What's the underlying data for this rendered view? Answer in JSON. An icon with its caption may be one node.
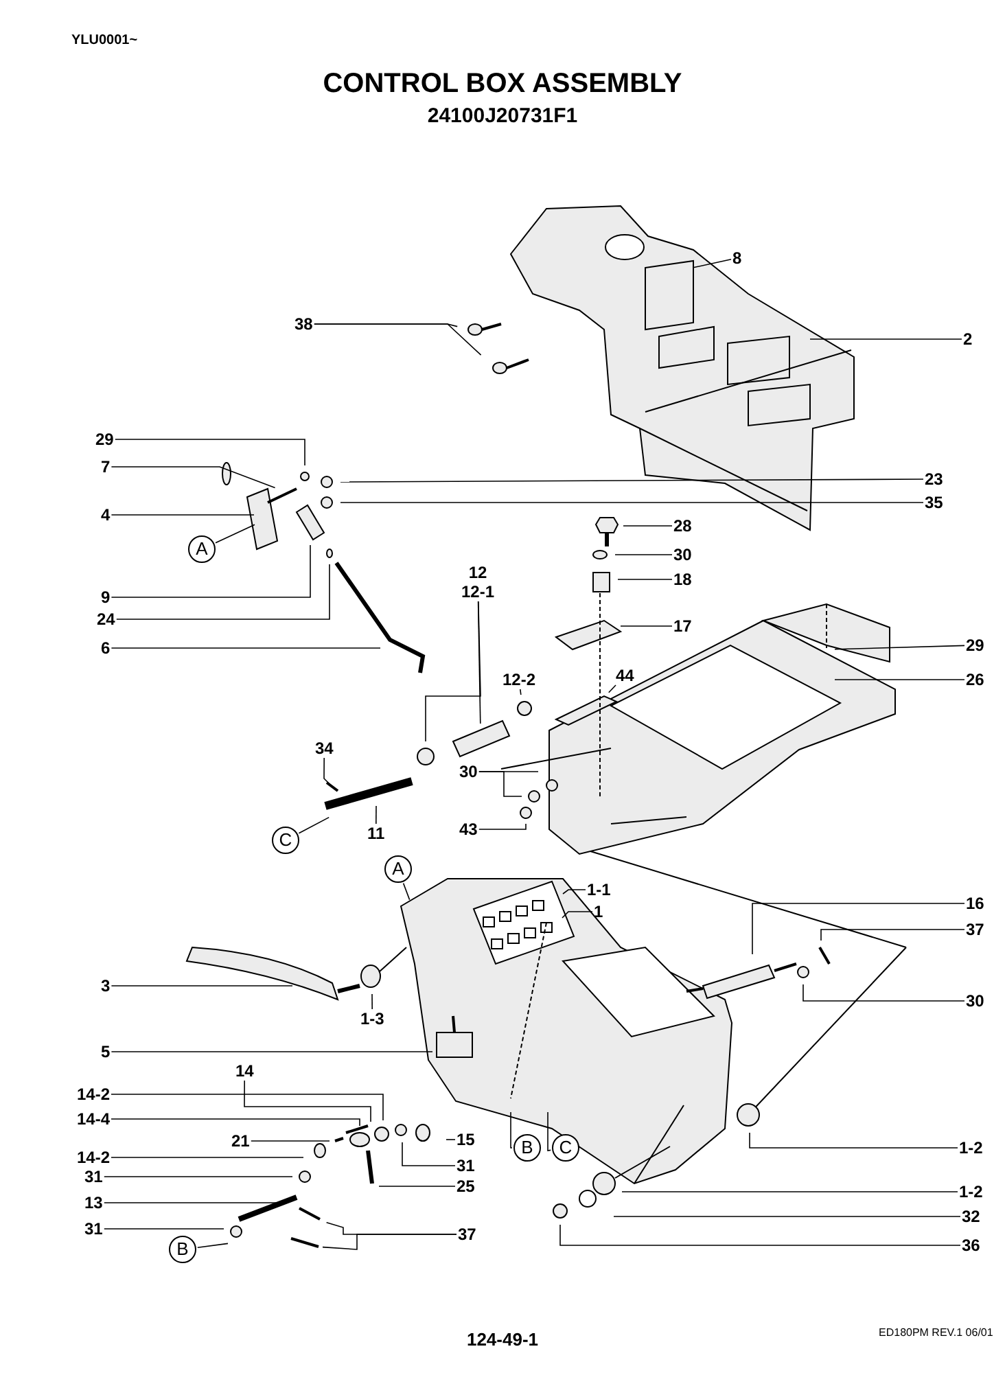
{
  "diagram": {
    "title": "CONTROL BOX ASSEMBLY",
    "nodes": [
      {
        "text": [
          "8"
        ]
      },
      {
        "text": [
          "38"
        ]
      },
      {
        "text": [
          "2"
        ]
      },
      {
        "text": [
          "29"
        ]
      },
      {
        "text": [
          "7"
        ]
      },
      {
        "text": [
          "23"
        ]
      },
      {
        "text": [
          "35"
        ]
      },
      {
        "text": [
          "4"
        ]
      },
      {
        "text": [
          "28"
        ]
      },
      {
        "text": [
          "A"
        ]
      },
      {
        "text": [
          "30"
        ]
      },
      {
        "text": [
          "12",
          "12-1"
        ]
      },
      {
        "text": [
          "18"
        ]
      },
      {
        "text": [
          "9"
        ]
      },
      {
        "text": [
          "24"
        ]
      },
      {
        "text": [
          "17"
        ]
      },
      {
        "text": [
          "29"
        ]
      },
      {
        "text": [
          "6"
        ]
      },
      {
        "text": [
          "44"
        ]
      },
      {
        "text": [
          "12-2"
        ]
      },
      {
        "text": [
          "26"
        ]
      },
      {
        "text": [
          "34"
        ]
      },
      {
        "text": [
          "30"
        ]
      },
      {
        "text": [
          "43"
        ]
      },
      {
        "text": [
          "11"
        ]
      },
      {
        "text": [
          "C"
        ]
      },
      {
        "text": [
          "A"
        ]
      },
      {
        "text": [
          "1-1"
        ]
      },
      {
        "text": [
          "1"
        ]
      },
      {
        "text": [
          "16"
        ]
      },
      {
        "text": [
          "37"
        ]
      },
      {
        "text": [
          "3"
        ]
      },
      {
        "text": [
          "30"
        ]
      },
      {
        "text": [
          "1-3"
        ]
      },
      {
        "text": [
          "5"
        ]
      },
      {
        "text": [
          "14"
        ]
      },
      {
        "text": [
          "14-2"
        ]
      },
      {
        "text": [
          "14-4"
        ]
      },
      {
        "text": [
          "15"
        ]
      },
      {
        "text": [
          "21"
        ]
      },
      {
        "text": [
          "1-2"
        ]
      },
      {
        "text": [
          "B"
        ]
      },
      {
        "text": [
          "C"
        ]
      },
      {
        "text": [
          "14-2"
        ]
      },
      {
        "text": [
          "31"
        ]
      },
      {
        "text": [
          "31"
        ]
      },
      {
        "text": [
          "25"
        ]
      },
      {
        "text": [
          "1-2"
        ]
      },
      {
        "text": [
          "13"
        ]
      },
      {
        "text": [
          "32"
        ]
      },
      {
        "text": [
          "31"
        ]
      },
      {
        "text": [
          "37"
        ]
      },
      {
        "text": [
          "36"
        ]
      },
      {
        "text": [
          "B"
        ]
      }
    ],
    "edges": [
      {
        "from": 0,
        "to": null,
        "arrow": "none"
      },
      {
        "from": 1,
        "to": null,
        "arrow": "none"
      },
      {
        "from": 1,
        "to": null,
        "arrow": "none"
      },
      {
        "from": 2,
        "to": null,
        "arrow": "none"
      },
      {
        "from": 3,
        "to": null,
        "arrow": "none"
      },
      {
        "from": 4,
        "to": null,
        "arrow": "none"
      },
      {
        "from": 5,
        "to": null,
        "arrow": "none"
      },
      {
        "from": 6,
        "to": null,
        "arrow": "none"
      },
      {
        "from": 7,
        "to": null,
        "arrow": "none"
      },
      {
        "from": 8,
        "to": null,
        "arrow": "none"
      },
      {
        "from": 9,
        "to": null,
        "arrow": "none"
      },
      {
        "from": 10,
        "to": null,
        "arrow": "none"
      },
      {
        "from": 11,
        "to": null,
        "arrow": "none"
      },
      {
        "from": 11,
        "to": null,
        "arrow": "none"
      },
      {
        "from": 12,
        "to": null,
        "arrow": "none"
      },
      {
        "from": 13,
        "to": null,
        "arrow": "none"
      },
      {
        "from": 14,
        "to": null,
        "arrow": "none"
      },
      {
        "from": 15,
        "to": null,
        "arrow": "none"
      },
      {
        "from": 16,
        "to": null,
        "arrow": "none"
      },
      {
        "from": 17,
        "to": null,
        "arrow": "none"
      },
      {
        "from": 18,
        "to": null,
        "arrow": "none"
      },
      {
        "from": 19,
        "to": null,
        "arrow": "none"
      },
      {
        "from": 20,
        "to": null,
        "arrow": "none"
      },
      {
        "from": 21,
        "to": null,
        "arrow": "none"
      },
      {
        "from": 22,
        "to": null,
        "arrow": "none"
      },
      {
        "from": 22,
        "to": null,
        "arrow": "none"
      },
      {
        "from": 23,
        "to": null,
        "arrow": "none"
      },
      {
        "from": 24,
        "to": null,
        "arrow": "none"
      },
      {
        "from": 25,
        "to": null,
        "arrow": "none"
      },
      {
        "from": 26,
        "to": null,
        "arrow": "none"
      },
      {
        "from": 27,
        "to": null,
        "arrow": "none"
      },
      {
        "from": 28,
        "to": null,
        "arrow": "none"
      },
      {
        "from": 29,
        "to": null,
        "arrow": "none"
      },
      {
        "from": 30,
        "to": null,
        "arrow": "none"
      },
      {
        "from": 31,
        "to": null,
        "arrow": "none"
      },
      {
        "from": 32,
        "to": null,
        "arrow": "none"
      },
      {
        "from": 33,
        "to": null,
        "arrow": "none"
      },
      {
        "from": 34,
        "to": null,
        "arrow": "none"
      },
      {
        "from": 35,
        "to": null,
        "arrow": "none"
      },
      {
        "from": 36,
        "to": null,
        "arrow": "none"
      },
      {
        "from": 37,
        "to": null,
        "arrow": "none"
      },
      {
        "from": 38,
        "to": null,
        "arrow": "none"
      },
      {
        "from": 39,
        "to": null,
        "arrow": "none"
      },
      {
        "from": 40,
        "to": null,
        "arrow": "none"
      },
      {
        "from": 41,
        "to": null,
        "arrow": "none"
      },
      {
        "from": 42,
        "to": null,
        "arrow": "none"
      },
      {
        "from": 43,
        "to": null,
        "arrow": "none"
      },
      {
        "from": 44,
        "to": null,
        "arrow": "none"
      },
      {
        "from": 45,
        "to": null,
        "arrow": "none"
      },
      {
        "from": 46,
        "to": null,
        "arrow": "none"
      },
      {
        "from": 47,
        "to": null,
        "arrow": "none"
      },
      {
        "from": 48,
        "to": null,
        "arrow": "none"
      },
      {
        "from": 49,
        "to": null,
        "arrow": "none"
      },
      {
        "from": 50,
        "to": null,
        "arrow": "none"
      },
      {
        "from": 51,
        "to": null,
        "arrow": "none"
      },
      {
        "from": 51,
        "to": null,
        "arrow": "none"
      },
      {
        "from": 52,
        "to": null,
        "arrow": "none"
      },
      {
        "from": 53,
        "to": null,
        "arrow": "none"
      }
    ],
    "labels": [
      "YLU0001~",
      "24100J20731F1",
      "124-49-1",
      "ED180PM REV.1 06/01"
    ]
  }
}
